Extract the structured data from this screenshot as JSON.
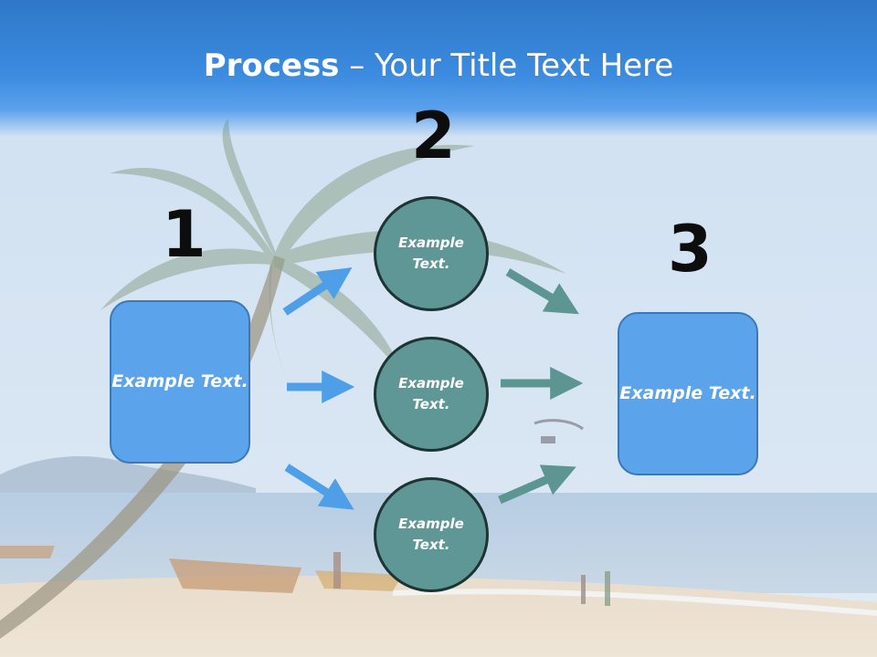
{
  "slide": {
    "title_bold": "Process",
    "title_rest": " – Your Title Text Here"
  },
  "steps": [
    {
      "number": "1",
      "text": "Example Text."
    },
    {
      "number": "2",
      "text": ""
    },
    {
      "number": "3",
      "text": "Example Text."
    }
  ],
  "circles": [
    {
      "text": "Example Text."
    },
    {
      "text": "Example Text."
    },
    {
      "text": "Example Text."
    }
  ],
  "colors": {
    "box_fill": "#5ba3ea",
    "circle_fill": "#5e9795",
    "blue_arrow": "#4f9fe8",
    "teal_arrow": "#5c9592",
    "title_bar": "#3b8be0"
  }
}
